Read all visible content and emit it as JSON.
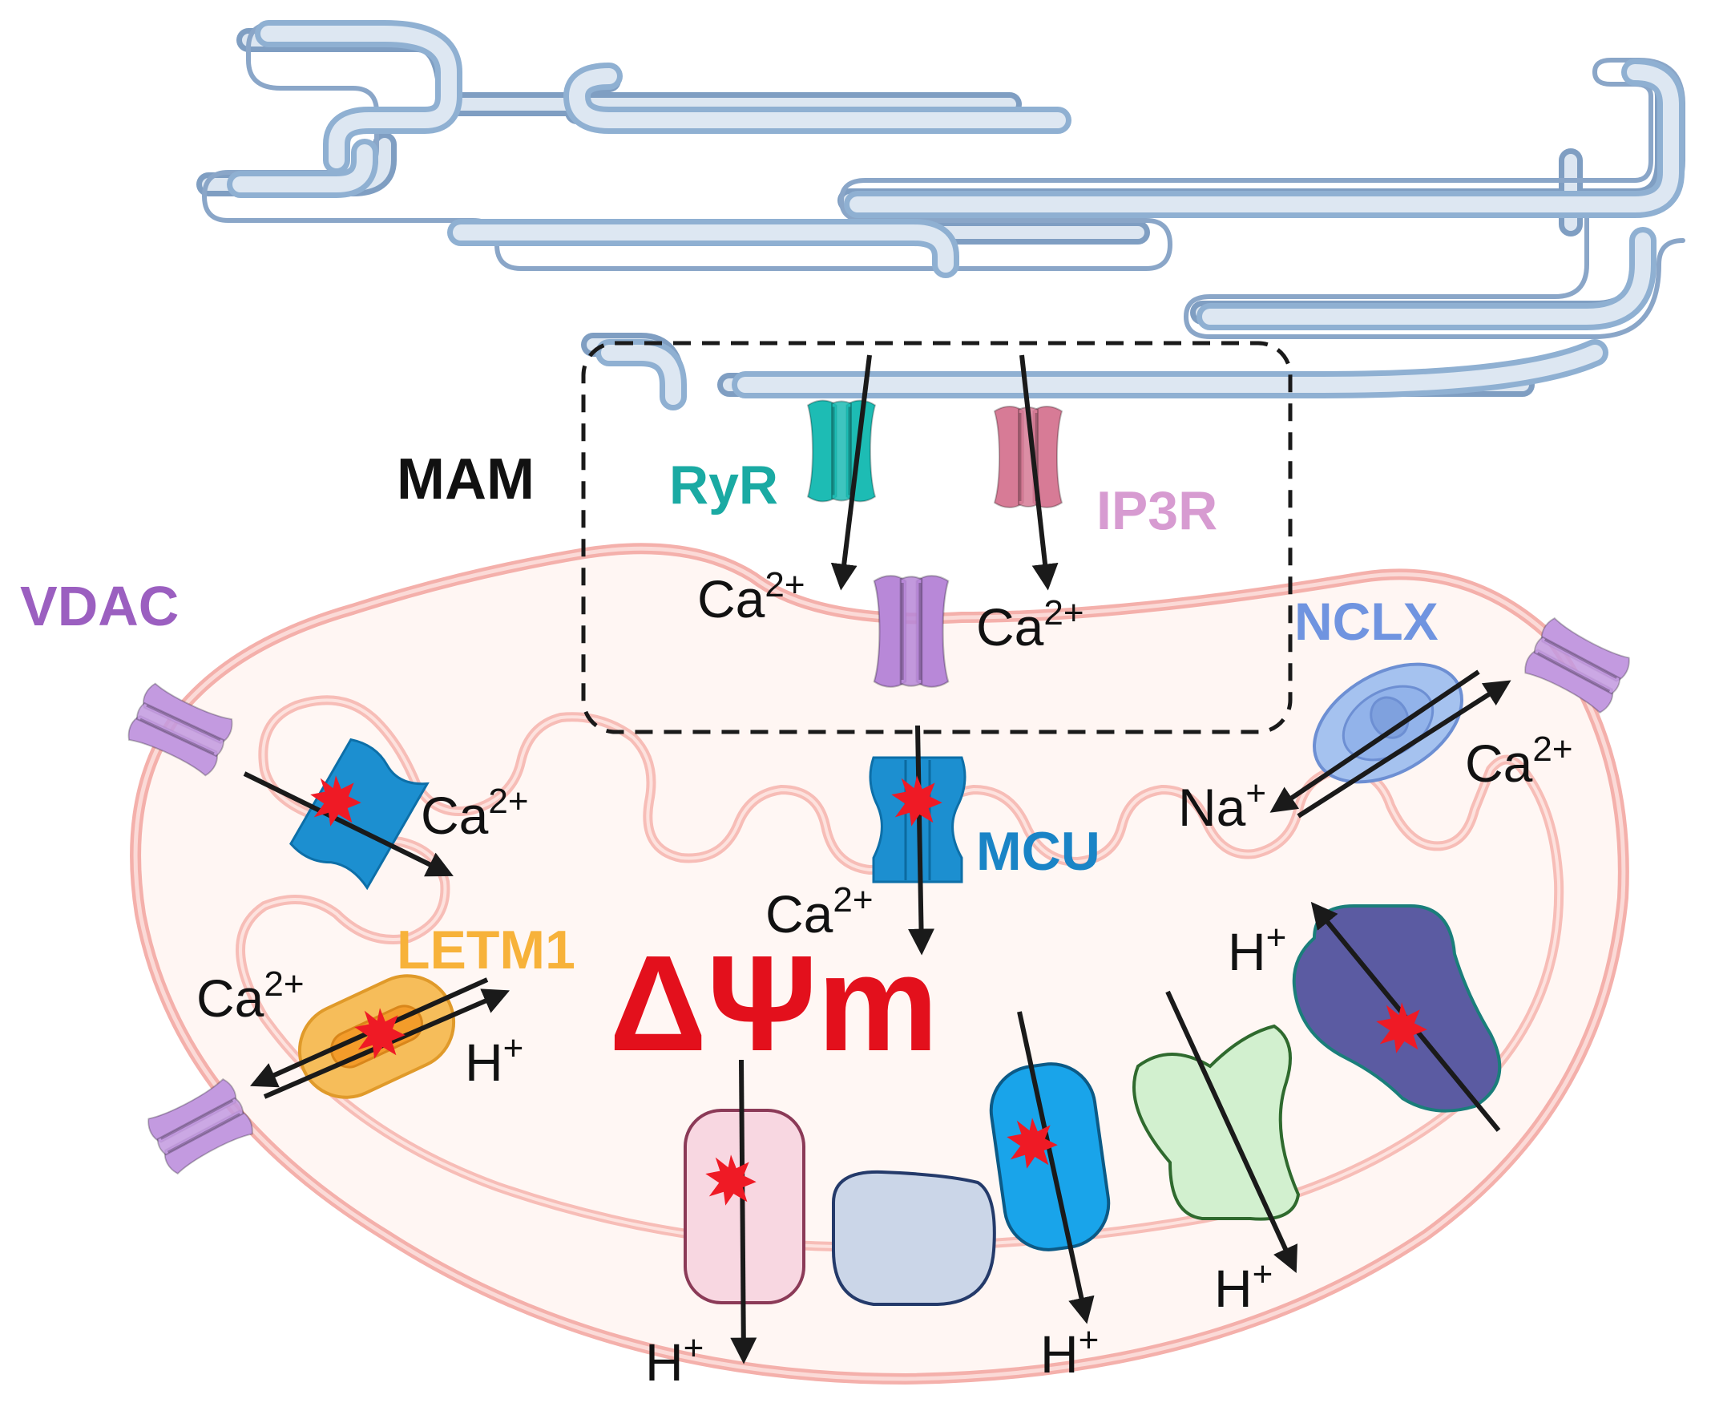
{
  "labels": {
    "mam": "MAM",
    "ryr": "RyR",
    "ip3r": "IP3R",
    "vdac": "VDAC",
    "nclx": "NCLX",
    "mcu": "MCU",
    "letm1": "LETM1",
    "delta_psi": "ΔΨm"
  },
  "ions": {
    "ca_base": "Ca",
    "ca_sup": "2+",
    "na_base": "Na",
    "na_sup": "+",
    "h_base": "H",
    "h_sup": "+"
  },
  "colors": {
    "er_membrane": "#9db8d6",
    "mito_outer": "#f6b4b0",
    "mito_matrix": "#fff5f1",
    "ryr": "#1dbcb4",
    "ip3r": "#d47892",
    "vdac": "#b48ad4",
    "mcu": "#1c8fd0",
    "nclx": "#7fa6e6",
    "letm1": "#f5b74a",
    "complex_i": "#f6d6e0",
    "complex_ii": "#c9d3e6",
    "complex_iii": "#1aa0e6",
    "complex_iv": "#cfeccc",
    "atp_synthase": "#5a5aa0",
    "delta_psi": "#e3101c",
    "star": "#ef1a25"
  },
  "icons": [
    "er-icon",
    "mitochondrion-icon",
    "channel-icon",
    "red-star-icon",
    "arrow-icon"
  ]
}
